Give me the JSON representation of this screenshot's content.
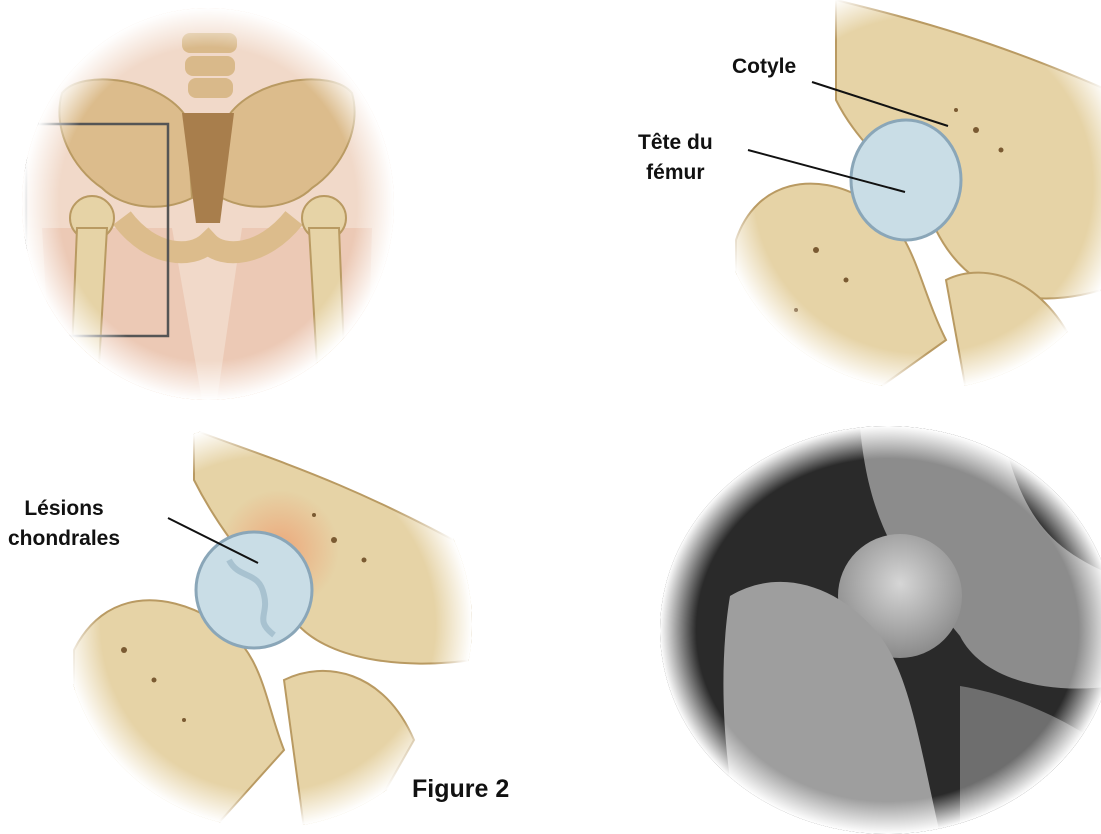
{
  "figure": {
    "caption": "Figure 2",
    "labels": {
      "cotyle": "Cotyle",
      "tete_du_femur_line1": "Tête du",
      "tete_du_femur_line2": "fémur",
      "lesions_line1": "Lésions",
      "lesions_line2": "chondrales"
    }
  },
  "colors": {
    "bone": "#e6d3a6",
    "bone_shadow": "#b99a62",
    "cartilage": "#c9dde6",
    "skin": "#f1d9c9",
    "xray_dark": "#1e1e1e",
    "xray_light": "#d6d6d6",
    "inflammation": "#f08a5d"
  },
  "panels": [
    {
      "name": "pelvis-overview",
      "icon": "pelvis-skeleton-icon"
    },
    {
      "name": "healthy-hip-joint",
      "icon": "hip-joint-icon"
    },
    {
      "name": "damaged-hip-joint",
      "icon": "arthritic-hip-icon"
    },
    {
      "name": "hip-xray",
      "icon": "xray-icon"
    }
  ]
}
